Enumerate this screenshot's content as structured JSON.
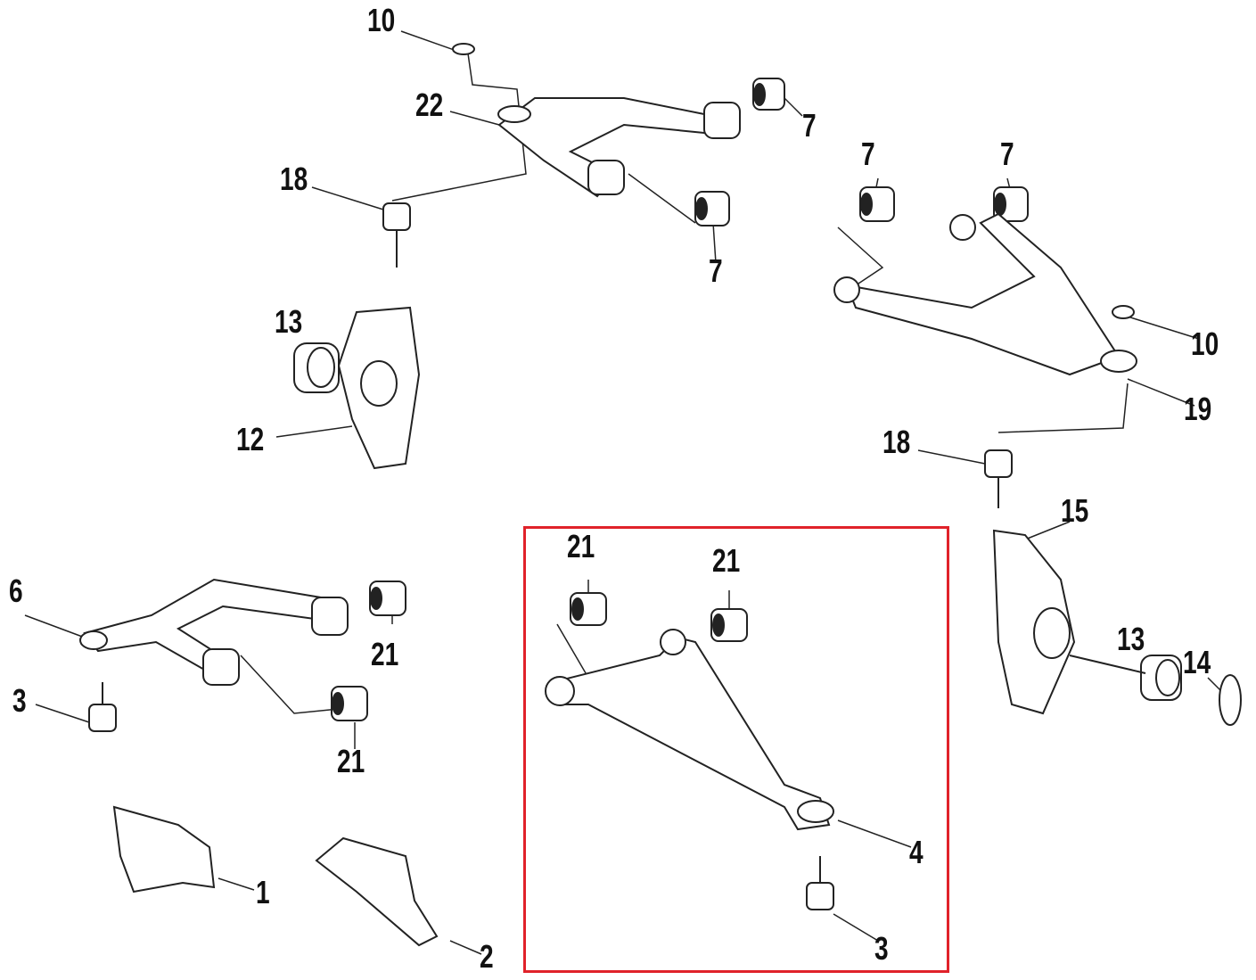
{
  "diagram": {
    "title": "Front suspension A-arm exploded parts diagram",
    "highlight_color": "#e0222a",
    "callouts": {
      "upper_o_ring": "10",
      "upper_arm": "22",
      "upper_bushing_right": "7",
      "upper_ball_joint": "18",
      "right_bushing_a": "7",
      "right_bushing_b": "7",
      "upper_bushing_low": "7",
      "left_bearing": "13",
      "right_o_ring": "10",
      "left_knuckle": "12",
      "right_upper_arm": "19",
      "right_ball_joint": "18",
      "right_knuckle": "15",
      "hl_bushing_a": "21",
      "hl_bushing_b": "21",
      "lower_arm_left": "6",
      "left_bushing_a": "21",
      "right_bearing": "13",
      "snap_ring": "14",
      "left_lower_ball_joint": "3",
      "left_bushing_b": "21",
      "hl_lower_arm": "4",
      "guard_left": "1",
      "guard_right": "2",
      "hl_ball_joint": "3"
    }
  }
}
